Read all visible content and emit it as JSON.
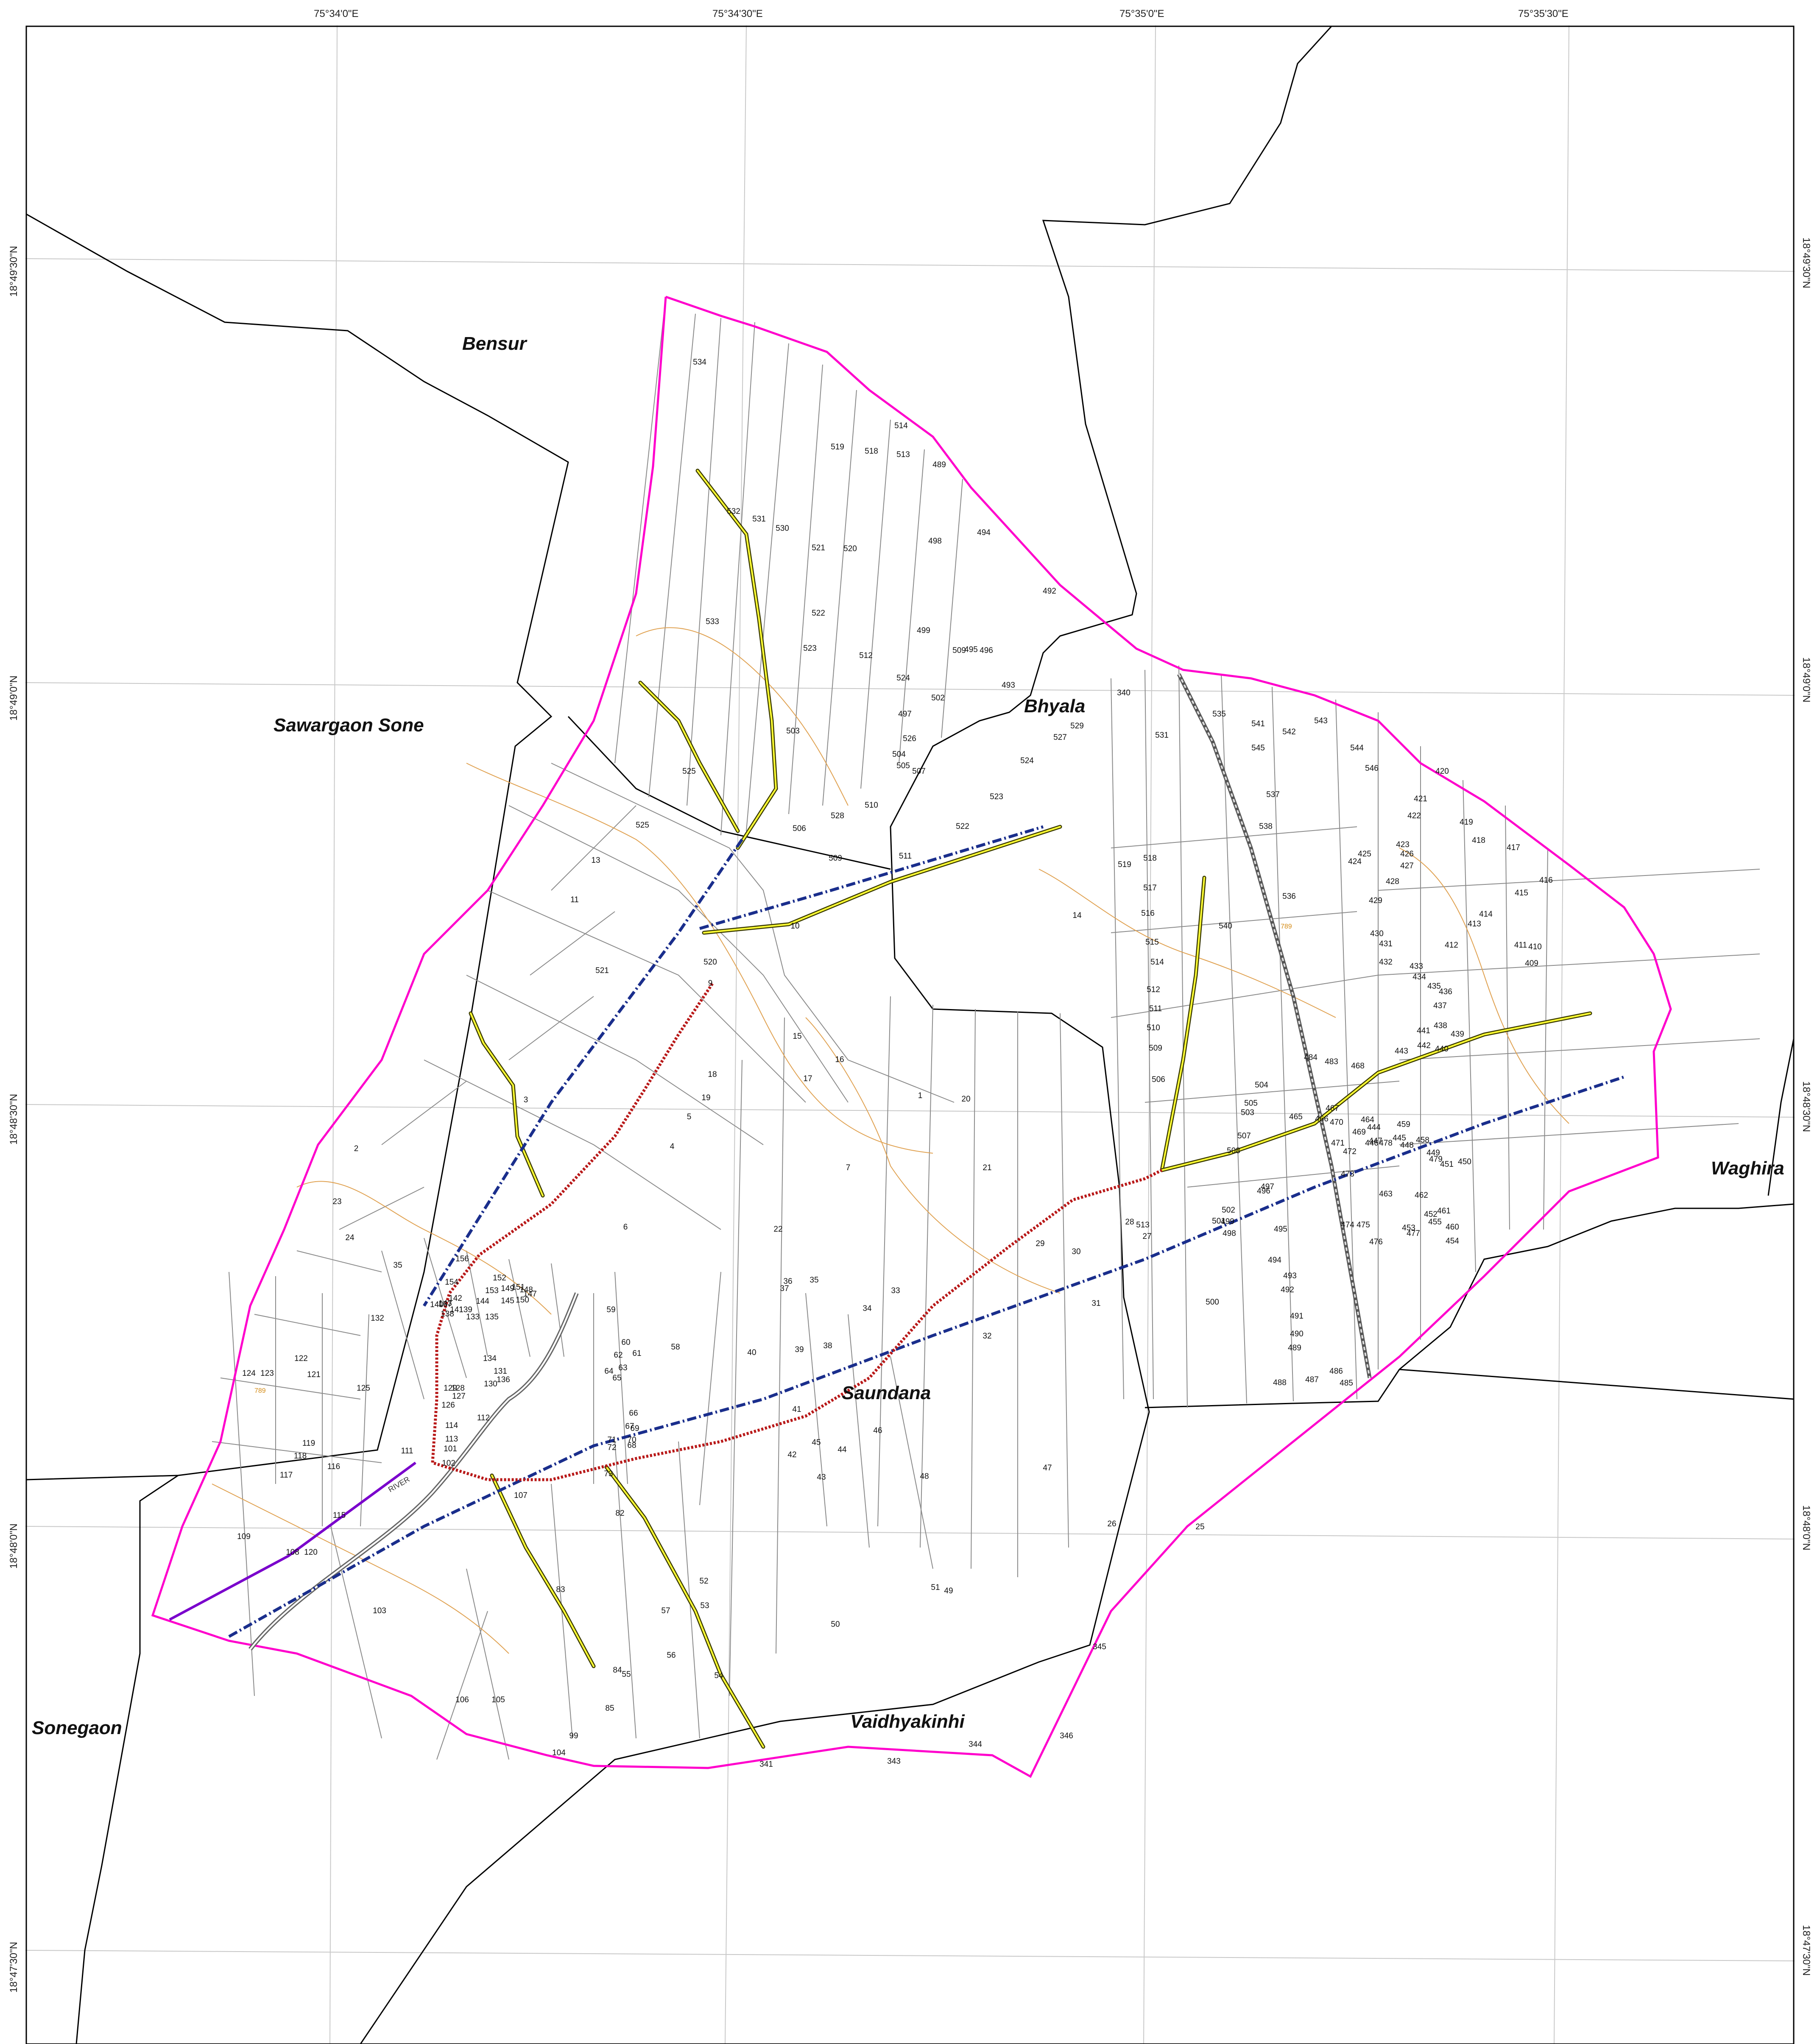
{
  "map": {
    "coordinates": {
      "top": [
        "75°34'0\"E",
        "75°34'30\"E",
        "75°35'0\"E",
        "75°35'30\"E"
      ],
      "left": [
        "18°49'30\"N",
        "18°49'0\"N",
        "18°48'30\"N",
        "18°48'0\"N",
        "18°47'30\"N"
      ],
      "right": [
        "18°49'30\"N",
        "18°49'0\"N",
        "18°48'30\"N",
        "18°48'0\"N",
        "18°47'30\"N"
      ]
    },
    "villages": [
      "Bensur",
      "Sawargaon Sone",
      "Bhyala",
      "Saundana",
      "Waghira",
      "Sonegaon",
      "Vaidhyakinhi"
    ],
    "river_label": "RIVER",
    "contour_label": "789",
    "contour_label_2": "789",
    "plot_numbers": [
      "534",
      "519",
      "518",
      "514",
      "513",
      "489",
      "532",
      "531",
      "530",
      "521",
      "520",
      "498",
      "494",
      "492",
      "533",
      "522",
      "523",
      "512",
      "499",
      "509",
      "496",
      "495",
      "493",
      "524",
      "502",
      "497",
      "503",
      "525",
      "529",
      "527",
      "526",
      "504",
      "505",
      "507",
      "506",
      "528",
      "510",
      "509",
      "511",
      "522",
      "523",
      "524",
      "525",
      "13",
      "11",
      "10",
      "14",
      "521",
      "520",
      "9",
      "15",
      "16",
      "17",
      "18",
      "19",
      "5",
      "4",
      "3",
      "2",
      "6",
      "7",
      "1",
      "20",
      "21",
      "22",
      "23",
      "24",
      "35",
      "156",
      "154",
      "152",
      "153",
      "149",
      "151",
      "148",
      "150",
      "147",
      "145",
      "144",
      "143",
      "142",
      "140",
      "141",
      "139",
      "138",
      "137",
      "133",
      "135",
      "132",
      "134",
      "131",
      "136",
      "130",
      "129",
      "128",
      "127",
      "126",
      "125",
      "124",
      "123",
      "122",
      "121",
      "114",
      "113",
      "101",
      "102",
      "111",
      "112",
      "119",
      "118",
      "117",
      "116",
      "115",
      "120",
      "108",
      "109",
      "103",
      "107",
      "106",
      "105",
      "104",
      "99",
      "85",
      "84",
      "83",
      "82",
      "73",
      "72",
      "71",
      "70",
      "69",
      "68",
      "67",
      "66",
      "65",
      "64",
      "63",
      "62",
      "61",
      "60",
      "59",
      "58",
      "57",
      "56",
      "55",
      "54",
      "53",
      "52",
      "51",
      "50",
      "49",
      "48",
      "47",
      "46",
      "45",
      "44",
      "43",
      "42",
      "41",
      "40",
      "39",
      "38",
      "37",
      "36",
      "35",
      "34",
      "33",
      "32",
      "31",
      "30",
      "29",
      "28",
      "27",
      "26",
      "25",
      "345",
      "346",
      "344",
      "343",
      "341",
      "340",
      "531",
      "535",
      "541",
      "542",
      "543",
      "544",
      "546",
      "545",
      "540",
      "536",
      "537",
      "538",
      "519",
      "518",
      "517",
      "516",
      "515",
      "514",
      "512",
      "511",
      "510",
      "509",
      "506",
      "505",
      "504",
      "503",
      "507",
      "508",
      "513",
      "500",
      "501",
      "502",
      "499",
      "498",
      "497",
      "496",
      "495",
      "494",
      "493",
      "492",
      "491",
      "490",
      "489",
      "488",
      "487",
      "486",
      "485",
      "484",
      "483",
      "468",
      "467",
      "466",
      "465",
      "464",
      "469",
      "470",
      "471",
      "472",
      "473",
      "474",
      "475",
      "476",
      "477",
      "478",
      "479",
      "463",
      "462",
      "461",
      "460",
      "459",
      "458",
      "454",
      "455",
      "453",
      "452",
      "451",
      "450",
      "449",
      "448",
      "447",
      "446",
      "445",
      "444",
      "443",
      "442",
      "441",
      "440",
      "439",
      "438",
      "437",
      "436",
      "435",
      "434",
      "433",
      "432",
      "431",
      "430",
      "429",
      "428",
      "427",
      "426",
      "425",
      "424",
      "423",
      "422",
      "421",
      "420",
      "419",
      "418",
      "417",
      "416",
      "415",
      "414",
      "413",
      "412",
      "411",
      "410",
      "409"
    ]
  }
}
